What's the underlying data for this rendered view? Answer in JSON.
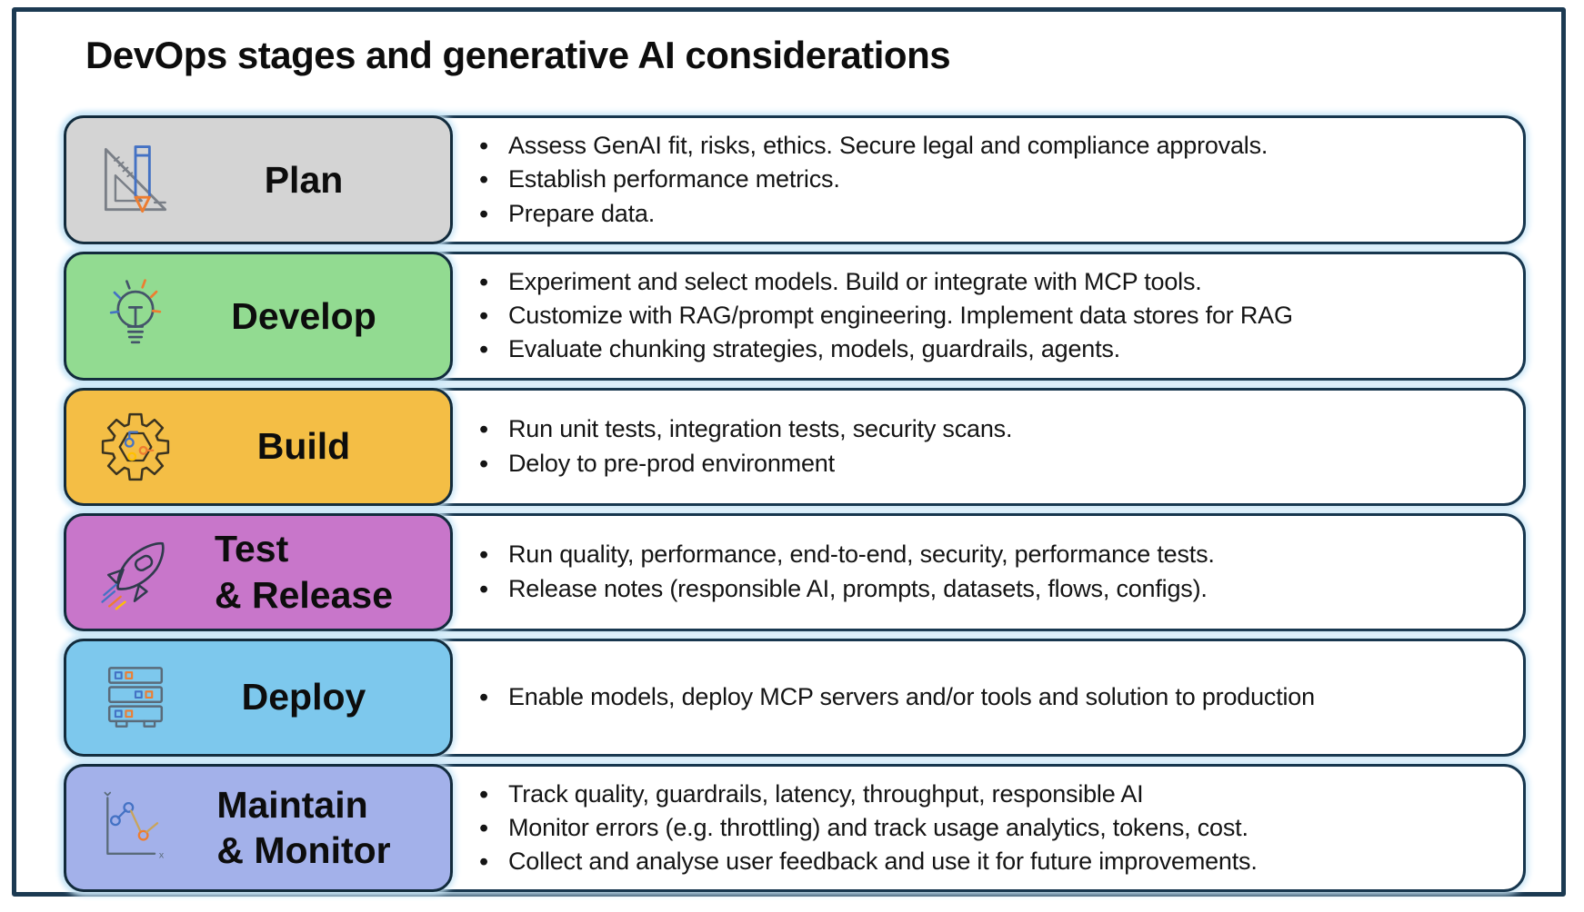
{
  "title": "DevOps stages and generative AI considerations",
  "style": {
    "frame_border": "#1C3A52",
    "row_border": "#17364E",
    "glow": "#C9E6F7",
    "icon_blue": "#4472C4",
    "icon_orange": "#ED7D31",
    "icon_yellow": "#FFC000",
    "icon_slate": "#44546A"
  },
  "rows": [
    {
      "id": "plan",
      "label": "Plan",
      "label2": "",
      "color": "#D4D4D4",
      "icon": "ruler-pencil-icon",
      "bullets": [
        "Assess GenAI fit, risks, ethics. Secure legal and compliance approvals.",
        "Establish performance metrics.",
        "Prepare data."
      ]
    },
    {
      "id": "develop",
      "label": "Develop",
      "label2": "",
      "color": "#92DB91",
      "icon": "lightbulb-icon",
      "bullets": [
        "Experiment and select models. Build or integrate with MCP tools.",
        "Customize with RAG/prompt engineering. Implement data stores for RAG",
        "Evaluate chunking strategies, models, guardrails, agents."
      ]
    },
    {
      "id": "build",
      "label": "Build",
      "label2": "",
      "color": "#F4BE45",
      "icon": "gear-icon",
      "bullets": [
        "Run unit tests, integration tests, security scans.",
        "Deloy to pre-prod environment"
      ]
    },
    {
      "id": "test-release",
      "label": "Test",
      "label2": "& Release",
      "color": "#C876CA",
      "icon": "rocket-icon",
      "bullets": [
        "Run quality, performance, end-to-end, security, performance tests.",
        "Release notes (responsible AI, prompts, datasets, flows, configs)."
      ]
    },
    {
      "id": "deploy",
      "label": "Deploy",
      "label2": "",
      "color": "#7DC8ED",
      "icon": "server-icon",
      "bullets": [
        "Enable models, deploy MCP servers and/or tools and solution to production"
      ]
    },
    {
      "id": "maintain-monitor",
      "label": "Maintain",
      "label2": "& Monitor",
      "color": "#A3B1EA",
      "icon": "chart-icon",
      "bullets": [
        "Track quality, guardrails, latency, throughput, responsible AI",
        "Monitor errors (e.g. throttling) and track usage analytics, tokens, cost.",
        "Collect and analyse user feedback and use it for future improvements."
      ]
    }
  ]
}
